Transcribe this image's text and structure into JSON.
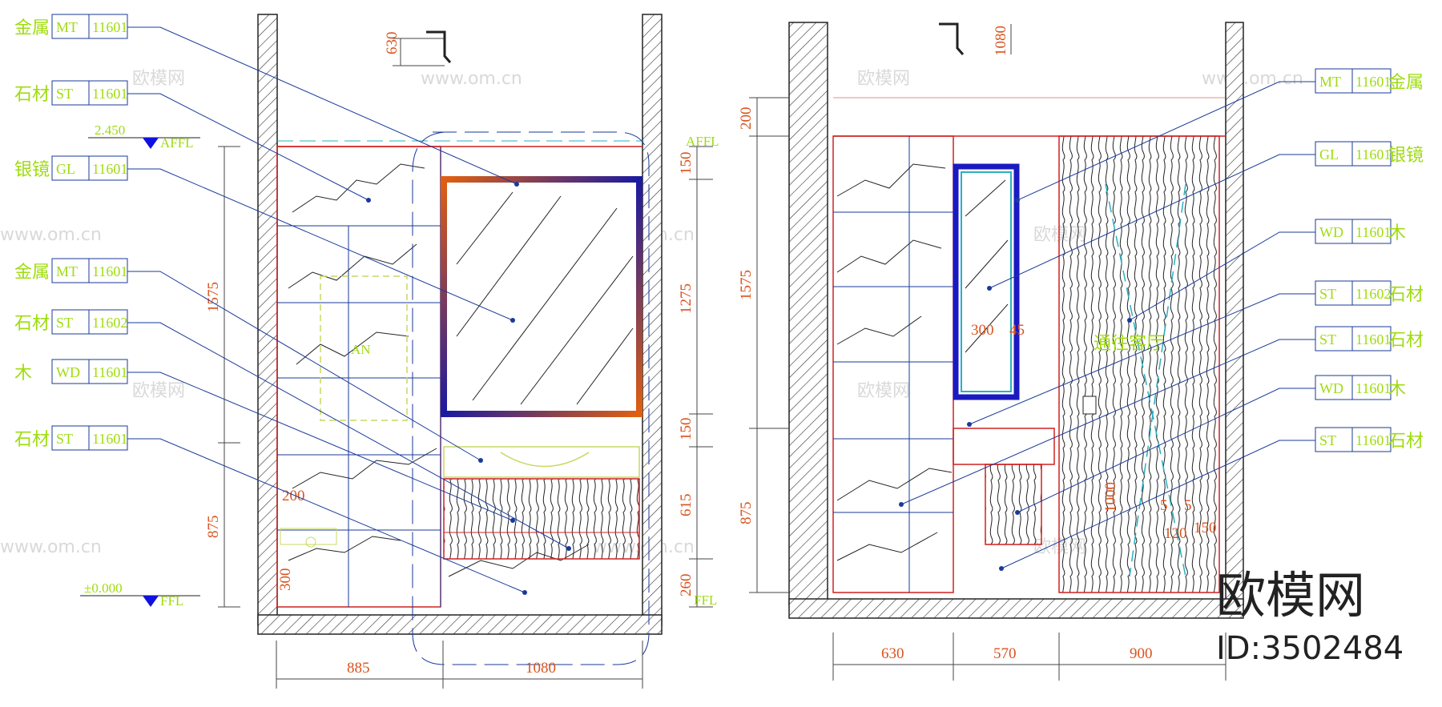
{
  "left_elevation": {
    "callouts": [
      {
        "cn": "金属",
        "code": "MT",
        "num": "11601"
      },
      {
        "cn": "石材",
        "code": "ST",
        "num": "11601"
      },
      {
        "cn": "银镜",
        "code": "GL",
        "num": "11601"
      },
      {
        "cn": "金属",
        "code": "MT",
        "num": "11601"
      },
      {
        "cn": "石材",
        "code": "ST",
        "num": "11602"
      },
      {
        "cn": "木",
        "code": "WD",
        "num": "11601"
      },
      {
        "cn": "石材",
        "code": "ST",
        "num": "11601"
      }
    ],
    "levels": {
      "top_value": "2.450",
      "top_tag": "AFFL",
      "bottom_value": "±0.000",
      "bottom_tag": "FFL",
      "right_top_tag": "AFFL",
      "right_bottom_tag": "FFL"
    },
    "dims": {
      "top": "630",
      "left_upper": "1575",
      "left_lower": "875",
      "right": [
        "150",
        "1275",
        "150",
        "615",
        "260"
      ],
      "inner_200": "200",
      "inner_300": "300",
      "bottom": [
        "885",
        "1080"
      ]
    },
    "device_label": "AN"
  },
  "right_elevation": {
    "callouts": [
      {
        "cn": "金属",
        "code": "MT",
        "num": "11601"
      },
      {
        "cn": "银镜",
        "code": "GL",
        "num": "11601"
      },
      {
        "cn": "木",
        "code": "WD",
        "num": "11601"
      },
      {
        "cn": "石材",
        "code": "ST",
        "num": "11602"
      },
      {
        "cn": "石材",
        "code": "ST",
        "num": "11601"
      },
      {
        "cn": "木",
        "code": "WD",
        "num": "11601"
      },
      {
        "cn": "石材",
        "code": "ST",
        "num": "11601"
      }
    ],
    "dims": {
      "top": "1080",
      "left": [
        "200",
        "1575",
        "875"
      ],
      "mirror_w": "300",
      "mirror_gap": "45",
      "door_h": "1000",
      "small": [
        "5",
        "5",
        "120",
        "150"
      ],
      "bottom": [
        "630",
        "570",
        "900"
      ]
    },
    "door_text": "通往客厅"
  },
  "watermark": {
    "text": "www.om.cn",
    "logo": "欧模网"
  },
  "brand": {
    "name": "欧模网",
    "id": "ID:3502484"
  },
  "colors": {
    "label": "#9fdc0f",
    "dimension": "#d9531e",
    "outline": "#d02020",
    "leader": "#1a3a9a"
  }
}
